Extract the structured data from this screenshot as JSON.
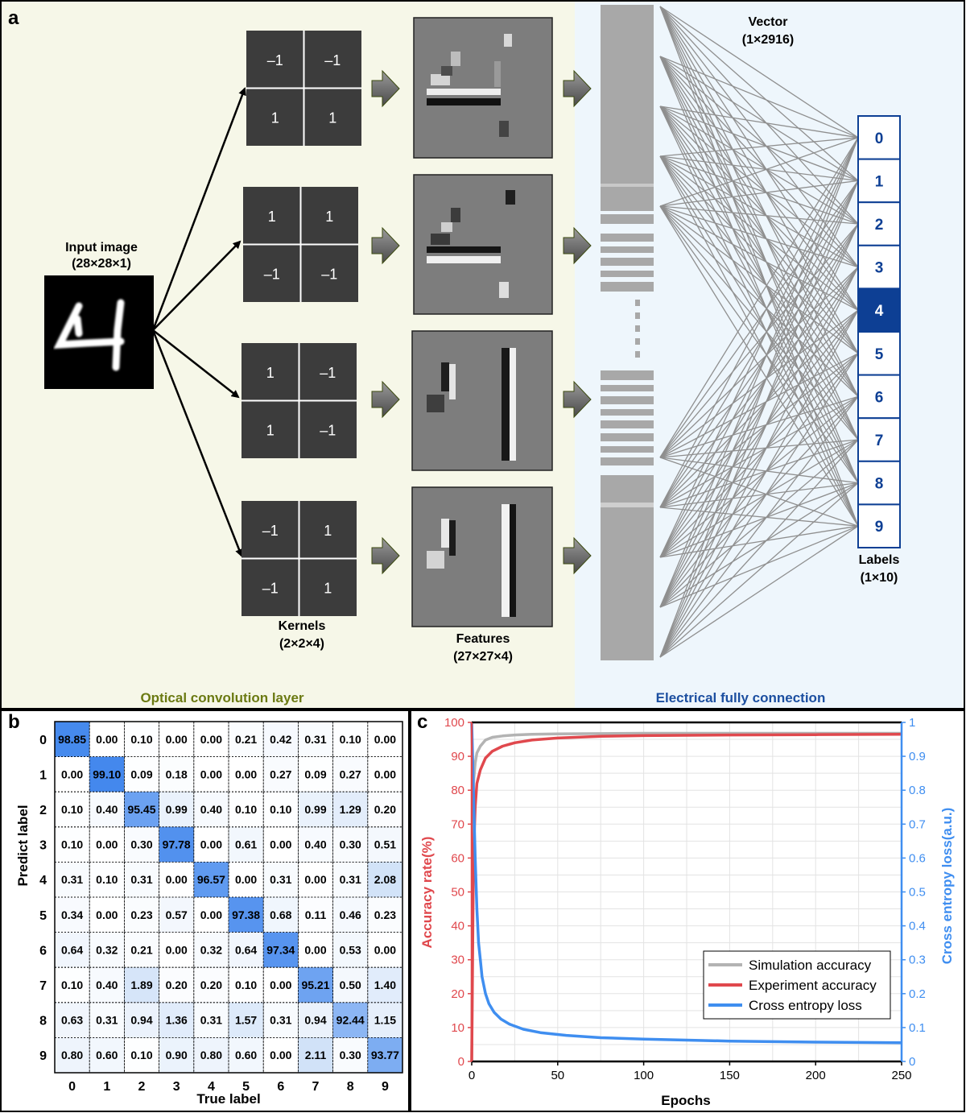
{
  "panel_a": {
    "letter": "a",
    "input_title": "Input image",
    "input_dims": "(28×28×1)",
    "kernels_title": "Kernels",
    "kernels_dims": "(2×2×4)",
    "features_title": "Features",
    "features_dims": "(27×27×4)",
    "vector_title": "Vector",
    "vector_dims": "(1×2916)",
    "labels_title": "Labels",
    "labels_dims": "(1×10)",
    "optical_caption": "Optical convolution layer",
    "electrical_caption": "Electrical fully connection",
    "kernels": [
      [
        "–1",
        "–1",
        "1",
        "1"
      ],
      [
        "1",
        "1",
        "–1",
        "–1"
      ],
      [
        "1",
        "–1",
        "1",
        "–1"
      ],
      [
        "–1",
        "1",
        "–1",
        "1"
      ]
    ],
    "labels": [
      "0",
      "1",
      "2",
      "3",
      "4",
      "5",
      "6",
      "7",
      "8",
      "9"
    ],
    "highlighted_label": "4",
    "colors": {
      "optical_bg": "#f6f7e8",
      "electrical_bg": "#eef6fc",
      "optical_text": "#6b7a12",
      "electrical_text": "#1c4fa0",
      "label_blue": "#0d3f94",
      "kernel_bg": "#3c3c3c"
    }
  },
  "panel_b": {
    "letter": "b",
    "xlabel": "True label",
    "ylabel": "Predict label",
    "classes": [
      "0",
      "1",
      "2",
      "3",
      "4",
      "5",
      "6",
      "7",
      "8",
      "9"
    ],
    "matrix": [
      [
        "98.85",
        "0.00",
        "0.10",
        "0.00",
        "0.00",
        "0.21",
        "0.42",
        "0.31",
        "0.10",
        "0.00"
      ],
      [
        "0.00",
        "99.10",
        "0.09",
        "0.18",
        "0.00",
        "0.00",
        "0.27",
        "0.09",
        "0.27",
        "0.00"
      ],
      [
        "0.10",
        "0.40",
        "95.45",
        "0.99",
        "0.40",
        "0.10",
        "0.10",
        "0.99",
        "1.29",
        "0.20"
      ],
      [
        "0.10",
        "0.00",
        "0.30",
        "97.78",
        "0.00",
        "0.61",
        "0.00",
        "0.40",
        "0.30",
        "0.51"
      ],
      [
        "0.31",
        "0.10",
        "0.31",
        "0.00",
        "96.57",
        "0.00",
        "0.31",
        "0.00",
        "0.31",
        "2.08"
      ],
      [
        "0.34",
        "0.00",
        "0.23",
        "0.57",
        "0.00",
        "97.38",
        "0.68",
        "0.11",
        "0.46",
        "0.23"
      ],
      [
        "0.64",
        "0.32",
        "0.21",
        "0.00",
        "0.32",
        "0.64",
        "97.34",
        "0.00",
        "0.53",
        "0.00"
      ],
      [
        "0.10",
        "0.40",
        "1.89",
        "0.20",
        "0.20",
        "0.10",
        "0.00",
        "95.21",
        "0.50",
        "1.40"
      ],
      [
        "0.63",
        "0.31",
        "0.94",
        "1.36",
        "0.31",
        "1.57",
        "0.31",
        "0.94",
        "92.44",
        "1.15"
      ],
      [
        "0.80",
        "0.60",
        "0.10",
        "0.90",
        "0.80",
        "0.60",
        "0.00",
        "2.11",
        "0.30",
        "93.77"
      ]
    ]
  },
  "panel_c": {
    "letter": "c",
    "chart_data": {
      "type": "line",
      "xlabel": "Epochs",
      "ylabel": "Accuracy rate(%)",
      "y2label": "Cross entropy loss(a.u.)",
      "xlim": [
        0,
        250
      ],
      "ylim": [
        0,
        100
      ],
      "y2lim": [
        0,
        1
      ],
      "xticks": [
        "0",
        "50",
        "100",
        "150",
        "200",
        "250"
      ],
      "yticks": [
        "0",
        "10",
        "20",
        "30",
        "40",
        "50",
        "60",
        "70",
        "80",
        "90",
        "100"
      ],
      "y2ticks": [
        "0",
        "0.1",
        "0.2",
        "0.3",
        "0.4",
        "0.5",
        "0.6",
        "0.7",
        "0.8",
        "0.9",
        "1"
      ],
      "grid": true,
      "legend_position": "lower-right",
      "series": [
        {
          "name": "Simulation accuracy",
          "axis": "left",
          "color": "#b3b3b3",
          "x": [
            0,
            1,
            2,
            3,
            5,
            8,
            12,
            18,
            25,
            35,
            50,
            75,
            100,
            150,
            200,
            250
          ],
          "y": [
            0,
            82,
            88,
            91,
            93,
            94.8,
            95.6,
            96.0,
            96.3,
            96.5,
            96.6,
            96.7,
            96.8,
            96.8,
            96.8,
            96.8
          ]
        },
        {
          "name": "Experiment accuracy",
          "axis": "left",
          "color": "#e0484d",
          "x": [
            0,
            1,
            2,
            3,
            5,
            8,
            12,
            18,
            25,
            35,
            50,
            75,
            100,
            150,
            200,
            250
          ],
          "y": [
            0,
            60,
            75,
            82,
            86,
            89.5,
            91.5,
            93,
            94,
            94.8,
            95.4,
            95.9,
            96.1,
            96.3,
            96.4,
            96.5
          ]
        },
        {
          "name": "Cross entropy loss",
          "axis": "right",
          "color": "#3f8ef0",
          "x": [
            0,
            1,
            2,
            3,
            4,
            5,
            6,
            8,
            10,
            13,
            17,
            22,
            30,
            40,
            55,
            75,
            100,
            150,
            200,
            250
          ],
          "y": [
            1,
            0.8,
            0.6,
            0.45,
            0.35,
            0.3,
            0.25,
            0.2,
            0.17,
            0.145,
            0.125,
            0.11,
            0.095,
            0.085,
            0.077,
            0.07,
            0.066,
            0.06,
            0.057,
            0.055
          ]
        }
      ]
    }
  }
}
